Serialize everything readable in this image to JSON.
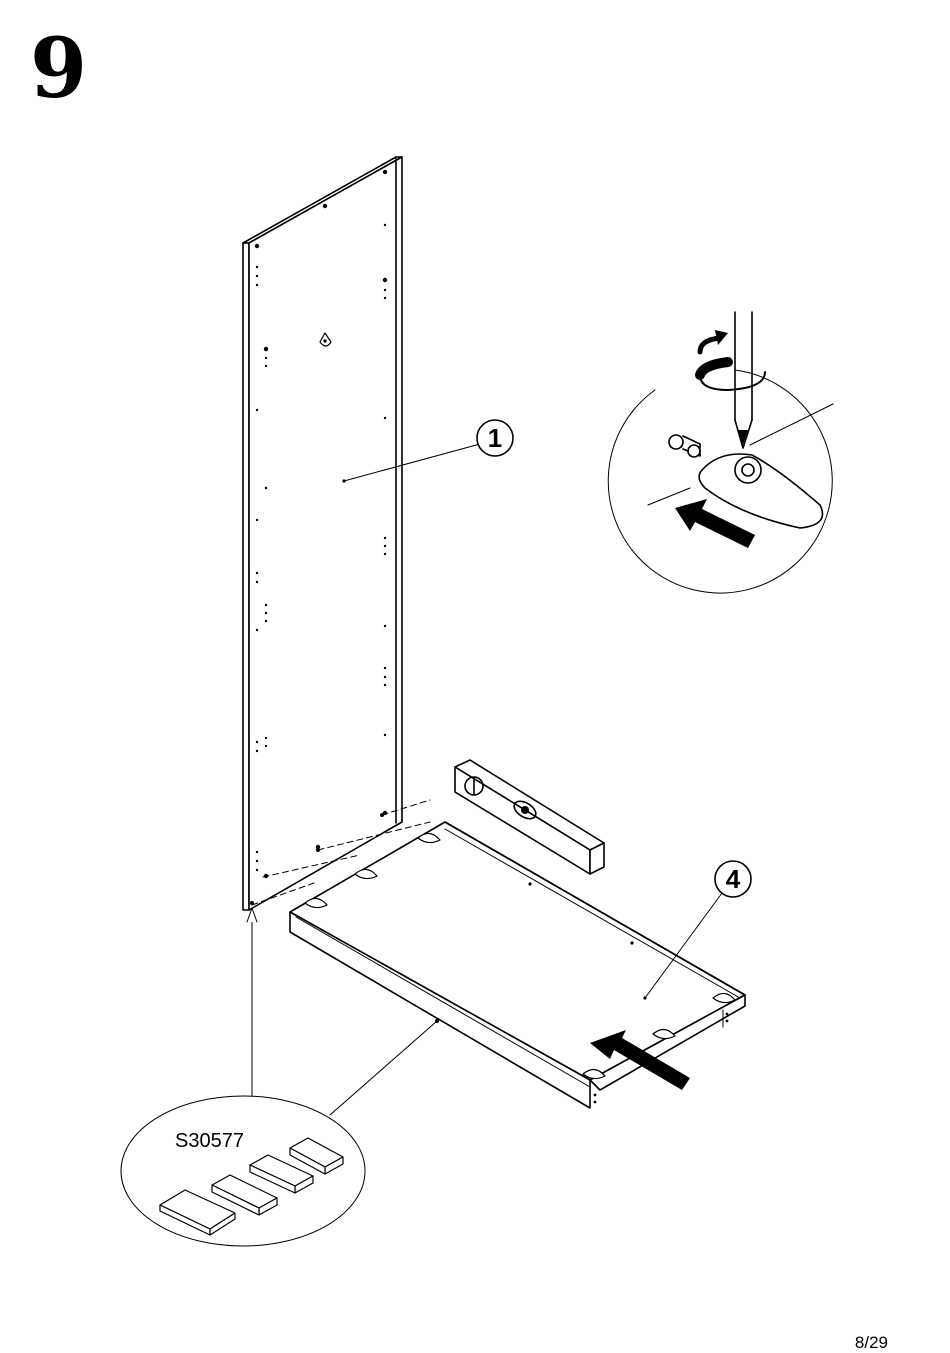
{
  "step": {
    "number": "9"
  },
  "callouts": {
    "side_panel_part": "1",
    "bottom_panel_part": "4",
    "hardware_code": "S30577"
  },
  "footer": {
    "page_number": "8/29"
  },
  "icons": [
    "screwdriver-icon",
    "rotate-arrow-icon",
    "push-arrow-icon",
    "spirit-level-icon",
    "shim-wedge-icon",
    "cam-lock-icon"
  ]
}
